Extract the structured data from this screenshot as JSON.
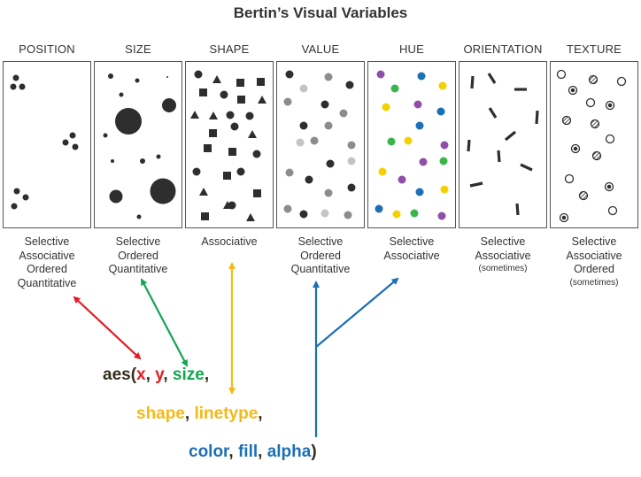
{
  "title": "Bertin’s Visual Variables",
  "columns": [
    {
      "key": "position",
      "header": "POSITION",
      "props": [
        "Selective",
        "Associative",
        "Ordered",
        "Quantitative"
      ]
    },
    {
      "key": "size",
      "header": "SIZE",
      "props": [
        "Selective",
        "Ordered",
        "Quantitative"
      ]
    },
    {
      "key": "shape",
      "header": "SHAPE",
      "props": [
        "Associative"
      ]
    },
    {
      "key": "value",
      "header": "VALUE",
      "props": [
        "Selective",
        "Ordered",
        "Quantitative"
      ]
    },
    {
      "key": "hue",
      "header": "HUE",
      "props": [
        "Selective",
        "Associative"
      ]
    },
    {
      "key": "orientation",
      "header": "ORIENTATION",
      "props": [
        "Selective",
        "Associative"
      ],
      "note": "(sometimes)"
    },
    {
      "key": "texture",
      "header": "TEXTURE",
      "props": [
        "Selective",
        "Associative",
        "Ordered"
      ],
      "note": "(sometimes)"
    }
  ],
  "code": {
    "line1": {
      "prefix": "aes(",
      "x": "x",
      ",1": ", ",
      "y": "y",
      ",2": ", ",
      "size": "size",
      ",3": ","
    },
    "line2": {
      "shape": "shape",
      ",1": ", ",
      "linetype": "linetype",
      ",2": ","
    },
    "line3": {
      "color": "color",
      ",1": ", ",
      "fill": "fill",
      ",2": ", ",
      "alpha": "alpha",
      "suffix": ")"
    }
  },
  "colors": {
    "red": "#e31b23",
    "green": "#12a650",
    "yellow": "#f5b915",
    "blue": "#1a6fb5",
    "dark": "#2e2e2e",
    "text": "#332d1e",
    "purple": "#8e4fa8",
    "lightgray": "#b8b8b8",
    "midgray": "#8c8c8c"
  }
}
